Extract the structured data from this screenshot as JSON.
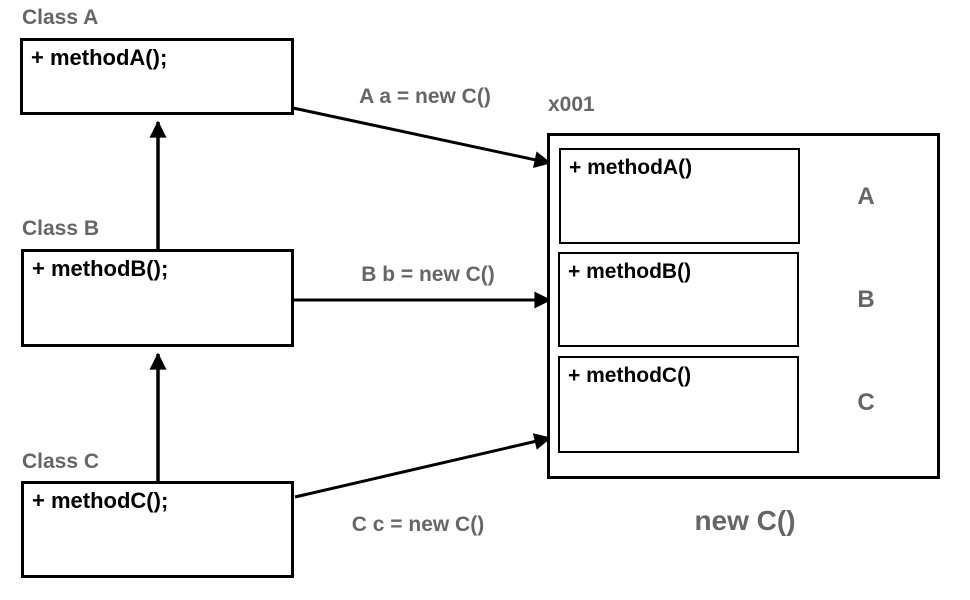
{
  "colors": {
    "background": "#ffffff",
    "label_gray": "#666666",
    "line_black": "#000000"
  },
  "classes": [
    {
      "name": "Class A",
      "method": "+ methodA();"
    },
    {
      "name": "Class B",
      "method": "+ methodB();"
    },
    {
      "name": "Class C",
      "method": "+ methodC();"
    }
  ],
  "assignments": [
    {
      "label": "A a = new C()"
    },
    {
      "label": "B b = new C()"
    },
    {
      "label": "C c = new C()"
    }
  ],
  "object": {
    "address": "x001",
    "caption": "new C()",
    "slots": [
      {
        "method": "+ methodA()",
        "class_letter": "A"
      },
      {
        "method": "+ methodB()",
        "class_letter": "B"
      },
      {
        "method": "+ methodC()",
        "class_letter": "C"
      }
    ]
  }
}
